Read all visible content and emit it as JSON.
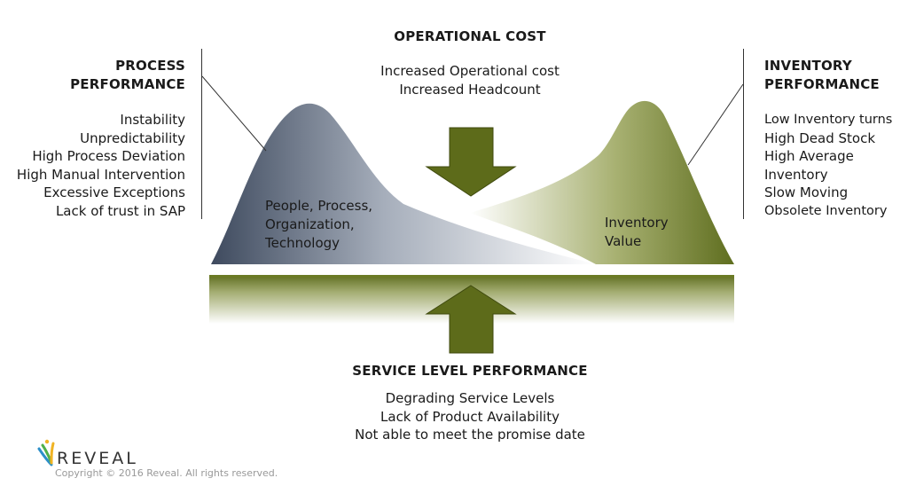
{
  "operational_cost": {
    "heading": "OPERATIONAL COST",
    "lines": [
      "Increased Operational cost",
      "Increased Headcount"
    ]
  },
  "process_performance": {
    "heading_line1": "PROCESS",
    "heading_line2": "PERFORMANCE",
    "items": [
      "Instability",
      "Unpredictability",
      "High Process Deviation",
      "High Manual Intervention",
      "Excessive Exceptions",
      "Lack of trust in SAP"
    ]
  },
  "inventory_performance": {
    "heading_line1": "INVENTORY",
    "heading_line2": "PERFORMANCE",
    "items": [
      "Low Inventory turns",
      "High Dead Stock",
      "High Average",
      "Inventory",
      "Slow Moving",
      "Obsolete Inventory"
    ]
  },
  "left_curve_label": [
    "People, Process,",
    "Organization,",
    "Technology"
  ],
  "right_curve_label": [
    "Inventory",
    "Value"
  ],
  "service_level": {
    "heading": "SERVICE LEVEL PERFORMANCE",
    "lines": [
      "Degrading Service Levels",
      "Lack of Product Availability",
      "Not able to meet the promise date"
    ]
  },
  "brand": {
    "name": "REVEAL",
    "copyright": "Copyright © 2016 Reveal. All rights reserved."
  },
  "colors": {
    "left_curve_dark": "#3e4a5e",
    "right_curve_dark": "#5f6e1f",
    "arrow_fill": "#5d6b1a",
    "arrow_stroke": "#3f4a0e",
    "platform": "#6b7a24"
  }
}
